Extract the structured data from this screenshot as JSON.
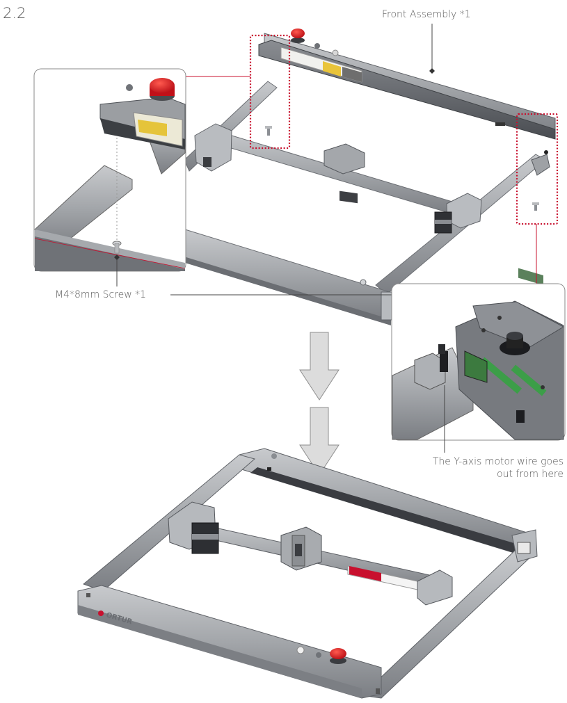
{
  "step": {
    "number": "2.2"
  },
  "callouts": {
    "front_assembly": "Front Assembly *1",
    "screw": "M4*8mm Screw *1",
    "wire_line1": "The Y-axis motor wire goes",
    "wire_line2": "out from here"
  },
  "logo": {
    "text": "ORTUR"
  },
  "colors": {
    "frame_gray": "#a9acb0",
    "frame_dark": "#5d6065",
    "callout_red": "#c8102e",
    "stop_button_red": "#d9141f",
    "arrow_fill": "#dcdcdc",
    "arrow_stroke": "#8e8e8e"
  }
}
